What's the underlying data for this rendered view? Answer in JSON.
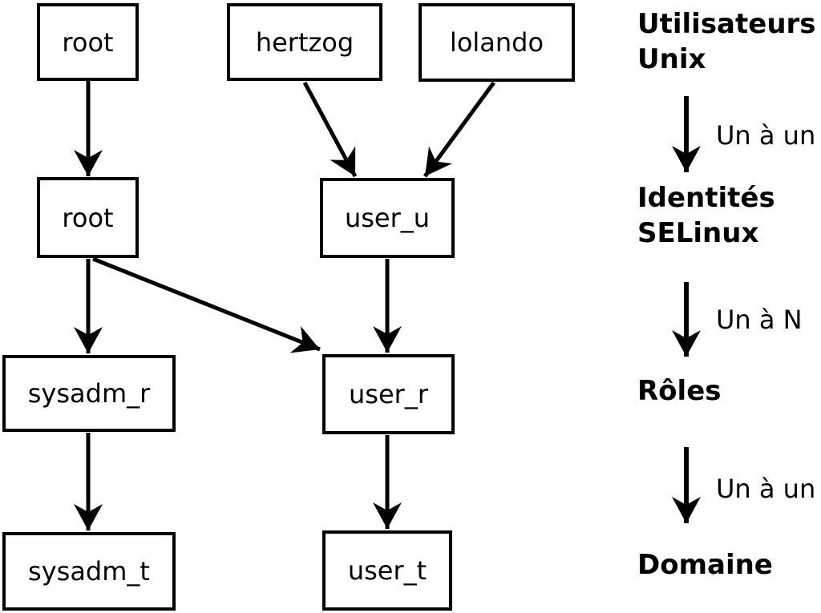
{
  "canvas": {
    "background_color": "#ffffff",
    "foreground_color": "#000000"
  },
  "nodes": {
    "unix_root": "root",
    "unix_hertzog": "hertzog",
    "unix_lolando": "lolando",
    "selinux_root": "root",
    "selinux_user_u": "user_u",
    "role_sysadm_r": "sysadm_r",
    "role_user_r": "user_r",
    "domain_sysadm_t": "sysadm_t",
    "domain_user_t": "user_t"
  },
  "edges": [
    {
      "from": "unix_root",
      "to": "selinux_root"
    },
    {
      "from": "unix_hertzog",
      "to": "selinux_user_u"
    },
    {
      "from": "unix_lolando",
      "to": "selinux_user_u"
    },
    {
      "from": "selinux_root",
      "to": "role_sysadm_r"
    },
    {
      "from": "selinux_root",
      "to": "role_user_r"
    },
    {
      "from": "selinux_user_u",
      "to": "role_user_r"
    },
    {
      "from": "role_sysadm_r",
      "to": "domain_sysadm_t"
    },
    {
      "from": "role_user_r",
      "to": "domain_user_t"
    }
  ],
  "legend": {
    "unix_users": "Utilisateurs\nUnix",
    "mapping_unix_to_identity": "Un à un",
    "selinux_identities": "Identités\nSELinux",
    "mapping_identity_to_roles": "Un à N",
    "roles": "Rôles",
    "mapping_role_to_domain": "Un à un",
    "domain": "Domaine"
  }
}
